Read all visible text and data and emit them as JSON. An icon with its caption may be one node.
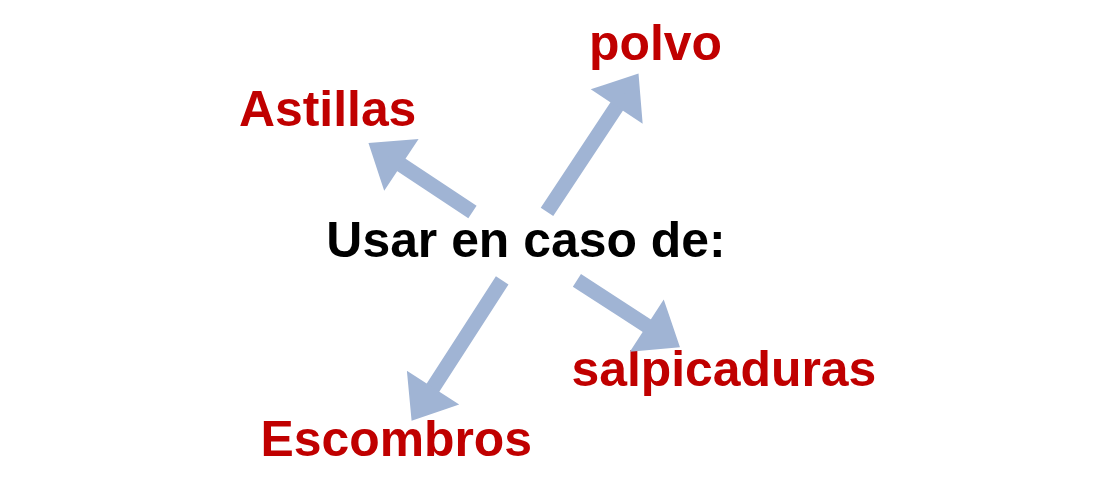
{
  "diagram": {
    "nodes": [
      {
        "text": [
          "Usar en caso de:"
        ]
      },
      {
        "text": [
          "salpicaduras"
        ]
      },
      {
        "text": [
          "Escombros"
        ]
      },
      {
        "text": [
          "Astillas"
        ]
      },
      {
        "text": [
          "polvo"
        ]
      }
    ],
    "edges": [
      {
        "from": 0,
        "to": 1,
        "arrow": "to"
      },
      {
        "from": 0,
        "to": 2,
        "arrow": "to"
      },
      {
        "from": 0,
        "to": 3,
        "arrow": "to"
      },
      {
        "from": 0,
        "to": 4,
        "arrow": "to"
      }
    ]
  }
}
